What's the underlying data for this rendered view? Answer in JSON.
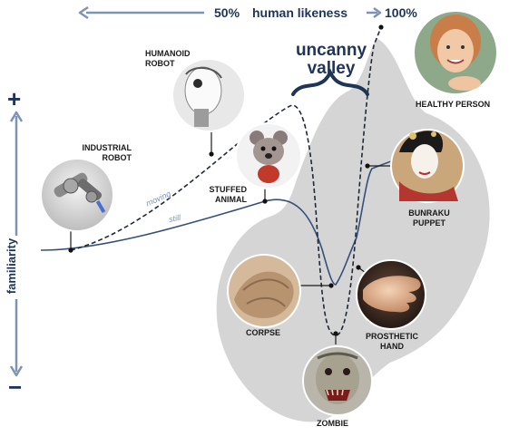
{
  "header": {
    "left_value": "50%",
    "title": "human likeness",
    "right_value": "100%"
  },
  "y_axis": {
    "plus": "+",
    "label": "familiarity",
    "minus": "−"
  },
  "valley_label": [
    "uncanny",
    "valley"
  ],
  "curves": {
    "moving_label": "moving",
    "still_label": "still"
  },
  "points": {
    "industrial_robot": [
      "INDUSTRIAL",
      "ROBOT"
    ],
    "humanoid_robot": [
      "HUMANOID",
      "ROBOT"
    ],
    "stuffed_animal": [
      "STUFFED",
      "ANIMAL"
    ],
    "healthy_person": "HEALTHY PERSON",
    "bunraku_puppet": [
      "BUNRAKU",
      "PUPPET"
    ],
    "corpse": "CORPSE",
    "prosthetic_hand": [
      "PROSTHETIC",
      "HAND"
    ],
    "zombie": "ZOMBIE"
  },
  "colors": {
    "navy": "#1f3557",
    "axis_line": "#7f93b3",
    "valley_fill": "#d5d5d5",
    "still_curve": "#34507a",
    "moving_curve": "#1f2a38"
  }
}
